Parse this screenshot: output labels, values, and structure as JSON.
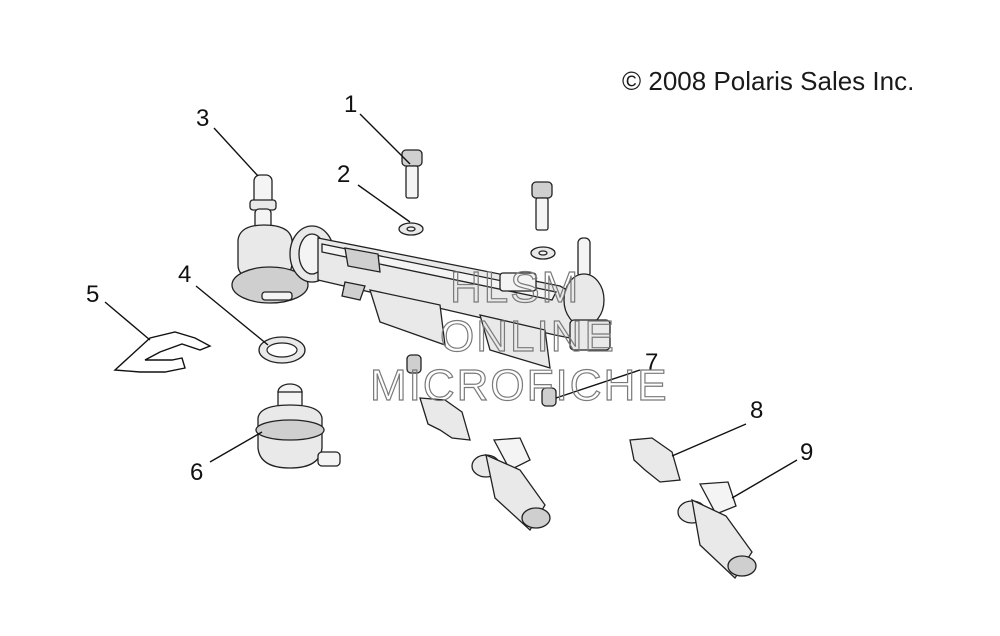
{
  "copyright": "© 2008 Polaris Sales Inc.",
  "watermark": [
    "HLSM",
    "ONLINE",
    "MICROFICHE"
  ],
  "callouts": [
    "1",
    "2",
    "3",
    "4",
    "5",
    "6",
    "7",
    "8",
    "9"
  ]
}
